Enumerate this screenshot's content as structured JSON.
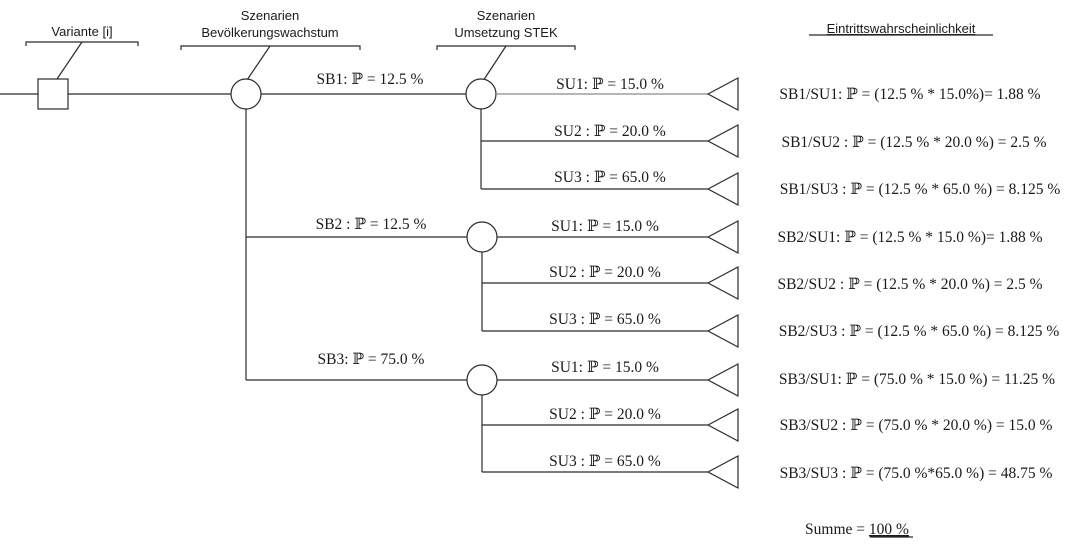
{
  "labels": {
    "variante": "Variante [i]",
    "szen_bev_line1": "Szenarien",
    "szen_bev_line2": "Bevölkerungswachstum",
    "szen_stek_line1": "Szenarien",
    "szen_stek_line2": "Umsetzung STEK",
    "prob_title": "Eintrittswahrscheinlichkeit"
  },
  "branches": [
    {
      "label": "SB1: ℙ = 12.5 %",
      "subs": [
        {
          "label": "SU1: ℙ = 15.0 %",
          "result": "SB1/SU1: ℙ = (12.5 % * 15.0%)= 1.88 %"
        },
        {
          "label": "SU2 : ℙ = 20.0 %",
          "result": "SB1/SU2 : ℙ = (12.5 % * 20.0 %) = 2.5 %"
        },
        {
          "label": "SU3 : ℙ = 65.0 %",
          "result": "SB1/SU3 : ℙ = (12.5 % * 65.0 %) = 8.125 %"
        }
      ]
    },
    {
      "label": "SB2 : ℙ = 12.5 %",
      "subs": [
        {
          "label": "SU1: ℙ = 15.0 %",
          "result": "SB2/SU1: ℙ = (12.5 % * 15.0 %)= 1.88 %"
        },
        {
          "label": "SU2 : ℙ = 20.0 %",
          "result": "SB2/SU2 : ℙ = (12.5 % * 20.0 %) = 2.5 %"
        },
        {
          "label": "SU3 : ℙ = 65.0 %",
          "result": "SB2/SU3 : ℙ = (12.5 % * 65.0 %) = 8.125 %"
        }
      ]
    },
    {
      "label": "SB3: ℙ = 75.0 %",
      "subs": [
        {
          "label": "SU1: ℙ = 15.0 %",
          "result": "SB3/SU1: ℙ = (75.0 % * 15.0 %) = 11.25 %"
        },
        {
          "label": "SU2 : ℙ = 20.0 %",
          "result": "SB3/SU2 : ℙ = (75.0 % * 20.0 %) = 15.0 %"
        },
        {
          "label": "SU3 : ℙ = 65.0 %",
          "result": "SB3/SU3 : ℙ = (75.0 %*65.0 %) = 48.75 %"
        }
      ]
    }
  ],
  "summary": {
    "prefix": "Summe = ",
    "value": "100 %"
  }
}
